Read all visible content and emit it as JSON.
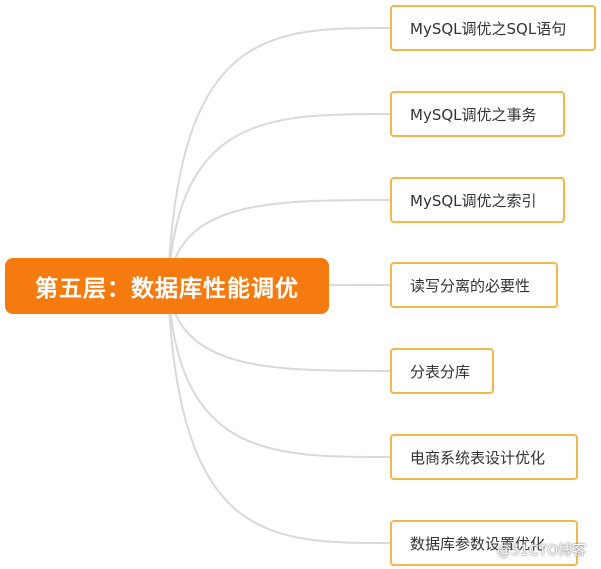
{
  "root": {
    "label": "第五层：数据库性能调优",
    "color": "#f57b10"
  },
  "children": [
    {
      "label": "MySQL调优之SQL语句"
    },
    {
      "label": "MySQL调优之事务"
    },
    {
      "label": "MySQL调优之索引"
    },
    {
      "label": "读写分离的必要性"
    },
    {
      "label": "分表分库"
    },
    {
      "label": "电商系统表设计优化"
    },
    {
      "label": "数据库参数设置优化"
    }
  ],
  "colors": {
    "child_border": "#f2b84b",
    "connector": "#d9d9d9"
  },
  "watermark": "@51CTO博客"
}
